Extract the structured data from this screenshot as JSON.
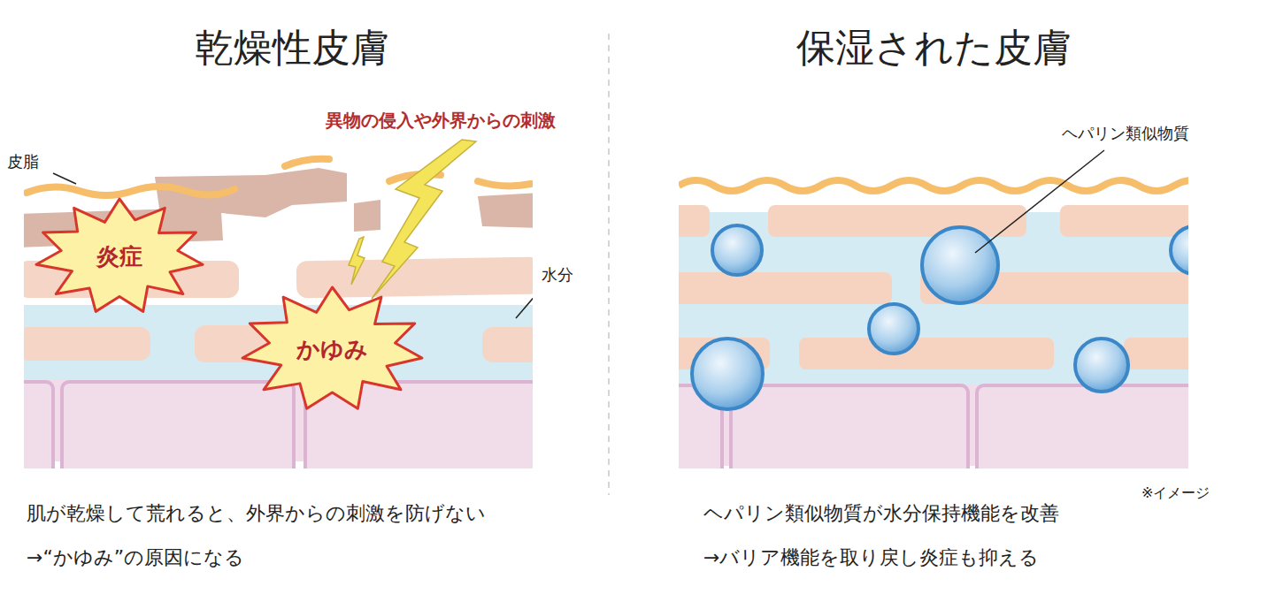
{
  "diagram": {
    "nodes": [
      {
        "text": [
          "炎症"
        ]
      },
      {
        "text": [
          "かゆみ"
        ]
      }
    ],
    "labels": [
      "乾燥性皮膚",
      "保湿された皮膚",
      "異物の侵入や外界からの刺激",
      "皮脂",
      "水分",
      "ヘパリン類似物質",
      "※イメージ",
      "肌が乾燥して荒れると、外界からの刺激を防げない",
      "→“かゆみ”の原因になる",
      "ヘパリン類似物質が水分保持機能を改善",
      "→バリア機能を取り戻し炎症も抑える"
    ]
  }
}
